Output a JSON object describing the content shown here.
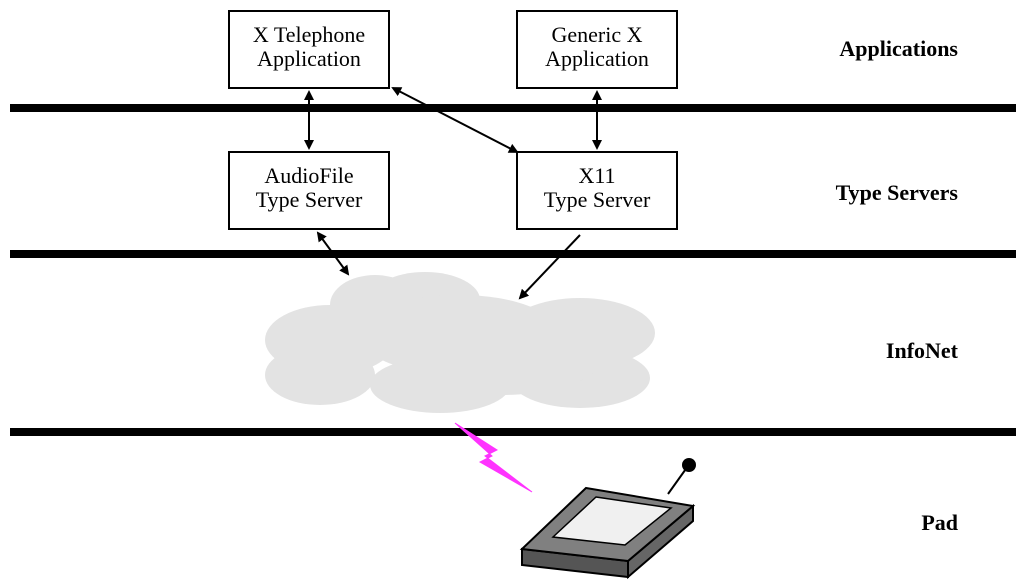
{
  "boxes": {
    "x_telephone": {
      "line1": "X Telephone",
      "line2": "Application"
    },
    "generic_x": {
      "line1": "Generic X",
      "line2": "Application"
    },
    "audiofile": {
      "line1": "AudioFile",
      "line2": "Type Server"
    },
    "x11": {
      "line1": "X11",
      "line2": "Type Server"
    }
  },
  "layers": {
    "applications": "Applications",
    "type_servers": "Type Servers",
    "infonet": "InfoNet",
    "pad": "Pad"
  },
  "colors": {
    "line": "#000000",
    "cloud": "#e3e3e3",
    "wireless": "#ff33ff",
    "pad_body": "#808080",
    "pad_dark": "#555555",
    "pad_screen": "#f0f0f0"
  }
}
